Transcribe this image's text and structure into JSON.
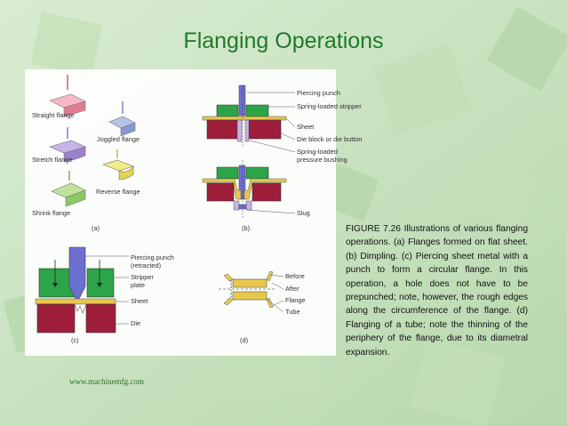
{
  "title": "Flanging Operations",
  "caption": "FIGURE 7.26 Illustrations of various flanging operations. (a) Flanges formed on flat sheet. (b) Dimpling. (c) Piercing sheet metal with a punch to form a circular flange. In this operation, a hole does not have to be prepunched; note, however, the rough edges along the circumference of the flange. (d) Flanging of a tube; note the thinning of the periphery of the flange, due to its diametral expansion.",
  "footer": "www.machinemfg.com",
  "colors": {
    "title": "#1f7a2a",
    "punch": "#2ca548",
    "die": "#9e1e3c",
    "sheet": "#e8c84a",
    "punch_tool": "#6b6fd0"
  },
  "figure": {
    "a": {
      "panel_label": "(a)",
      "flanges": {
        "straight": "Straight flange",
        "stretch": "Stretch flange",
        "shrink": "Shrink flange",
        "joggled": "Joggled flange",
        "reverse": "Reverse flange"
      }
    },
    "b": {
      "panel_label": "(b)",
      "labels": {
        "piercing_punch": "Piercing punch",
        "stripper": "Spring-loaded stripper",
        "sheet": "Sheet",
        "die_block": "Die block or die button",
        "bushing_line1": "Spring-loaded",
        "bushing_line2": "pressure bushing",
        "slug": "Slug"
      }
    },
    "c": {
      "panel_label": "(c)",
      "labels": {
        "punch_line1": "Piercing punch",
        "punch_line2": "(retracted)",
        "stripper_line1": "Stripper",
        "stripper_line2": "plate",
        "sheet": "Sheet",
        "die": "Die"
      }
    },
    "d": {
      "panel_label": "(d)",
      "labels": {
        "before": "Before",
        "after": "After",
        "flange": "Flange",
        "tube": "Tube"
      }
    }
  }
}
